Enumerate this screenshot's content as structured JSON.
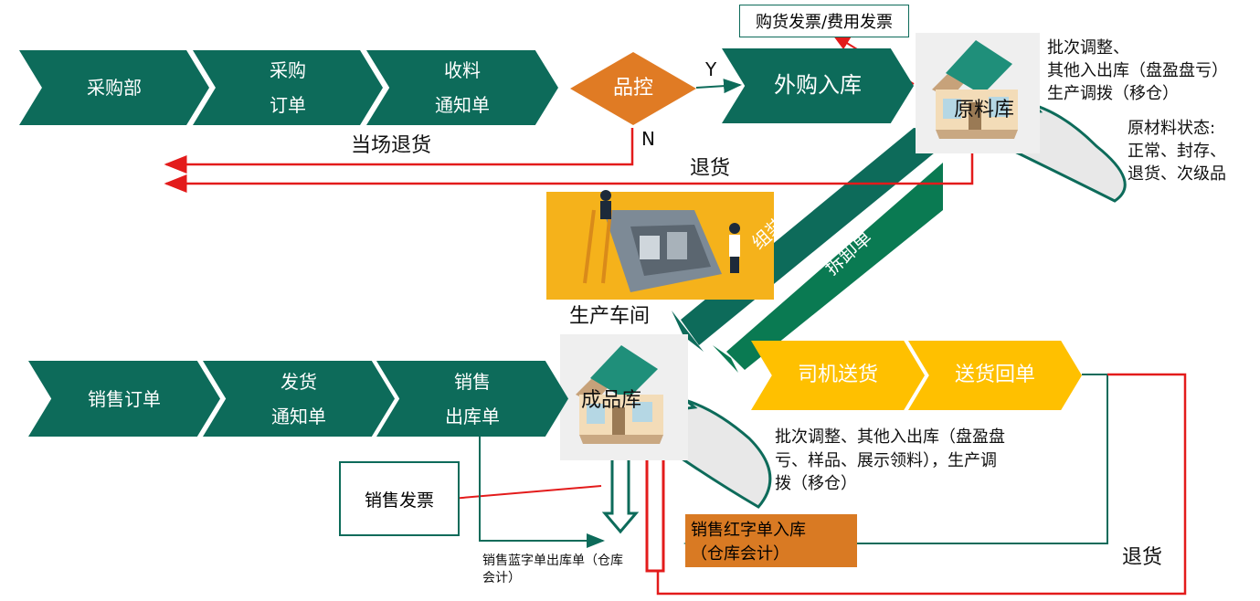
{
  "purchase_flow": {
    "step1": "采购部",
    "step2_l1": "采购",
    "step2_l2": "订单",
    "step3_l1": "收料",
    "step3_l2": "通知单",
    "qc": "品控",
    "yes": "Y",
    "no": "N",
    "inbound": "外购入库",
    "onsite_return": "当场退货",
    "return": "退货"
  },
  "invoice_purchase": "购货发票/费用发票",
  "raw_warehouse": {
    "label": "原料库",
    "ops_l1": "批次调整、",
    "ops_l2": "其他入出库（盘盈盘亏）",
    "ops_l3": "生产调拨（移仓）",
    "status_l1": "原材料状态:",
    "status_l2": "正常、封存、",
    "status_l3": "退货、次级品"
  },
  "workshop": {
    "label": "生产车间",
    "assembly": "组装单",
    "disassembly": "拆卸单"
  },
  "finished_warehouse": {
    "label": "成品库",
    "ops_l1": "批次调整、其他入出库（盘盈盘",
    "ops_l2": "亏、样品、展示领料），生产调",
    "ops_l3": "拨（移仓）"
  },
  "sales_flow": {
    "step1": "销售订单",
    "step2_l1": "发货",
    "step2_l2": "通知单",
    "step3_l1": "销售",
    "step3_l2": "出库单",
    "driver": "司机送货",
    "receipt": "送货回单",
    "invoice": "销售发票",
    "blue_l1": "销售蓝字单出库单（仓库",
    "blue_l2": "会计）",
    "red_l1": "销售红字单入库",
    "red_l2": "（仓库会计）",
    "return": "退货"
  },
  "colors": {
    "green": "#0d6b5a",
    "orange": "#e07b24",
    "yellow": "#ffc000",
    "red": "#e31b1b",
    "diag_green": "#0a7a52"
  }
}
